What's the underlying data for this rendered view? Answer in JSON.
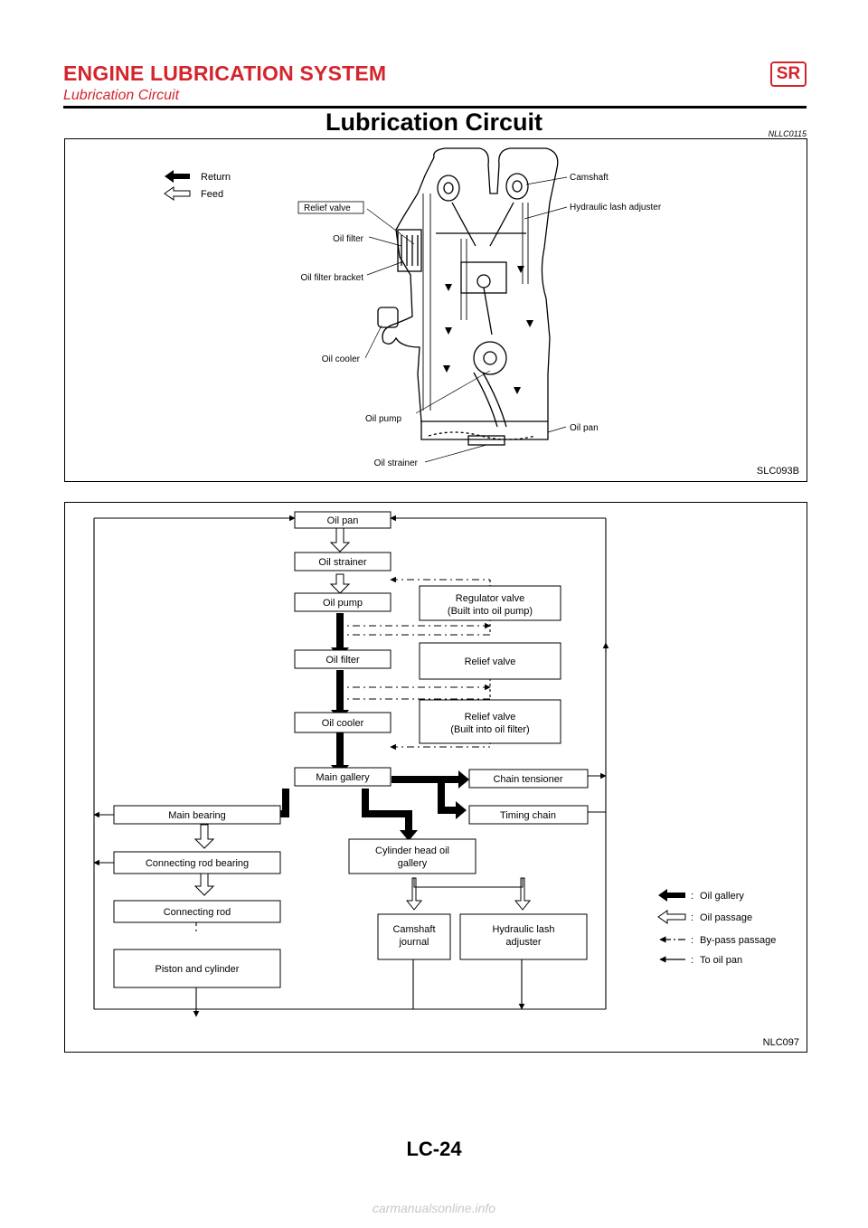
{
  "header": {
    "section_title": "ENGINE LUBRICATION SYSTEM",
    "badge": "SR",
    "subtitle": "Lubrication Circuit"
  },
  "section": {
    "title": "Lubrication Circuit",
    "code": "NLLC0115"
  },
  "figure1": {
    "code": "SLC093B",
    "legend": {
      "return": "Return",
      "feed": "Feed"
    },
    "labels": {
      "relief_valve": "Relief valve",
      "oil_filter": "Oil filter",
      "oil_filter_bracket": "Oil filter bracket",
      "oil_cooler": "Oil cooler",
      "oil_pump": "Oil pump",
      "oil_strainer": "Oil strainer",
      "camshaft": "Camshaft",
      "hydraulic_lash_adjuster": "Hydraulic lash adjuster",
      "oil_pan": "Oil pan"
    }
  },
  "figure2": {
    "code": "NLC097",
    "boxes": {
      "oil_pan": "Oil pan",
      "oil_strainer": "Oil strainer",
      "oil_pump": "Oil pump",
      "regulator_valve_1": "Regulator valve",
      "regulator_valve_2": "(Built into oil pump)",
      "oil_filter": "Oil filter",
      "relief_valve": "Relief valve",
      "relief_valve2_1": "Relief valve",
      "relief_valve2_2": "(Built into oil filter)",
      "oil_cooler": "Oil cooler",
      "main_gallery": "Main gallery",
      "chain_tensioner": "Chain tensioner",
      "timing_chain": "Timing chain",
      "main_bearing": "Main bearing",
      "connecting_rod_bearing": "Connecting rod bearing",
      "connecting_rod": "Connecting rod",
      "piston_and_cylinder": "Piston and cylinder",
      "cylinder_head_1": "Cylinder head oil",
      "cylinder_head_2": "gallery",
      "camshaft_1": "Camshaft",
      "camshaft_2": "journal",
      "hla_1": "Hydraulic lash",
      "hla_2": "adjuster"
    },
    "legend": {
      "oil_gallery": "Oil gallery",
      "oil_passage": "Oil passage",
      "bypass": "By-pass passage",
      "to_oil_pan": "To oil pan"
    }
  },
  "footer": {
    "page": "LC-24",
    "watermark": "carmanualsonline.info"
  }
}
